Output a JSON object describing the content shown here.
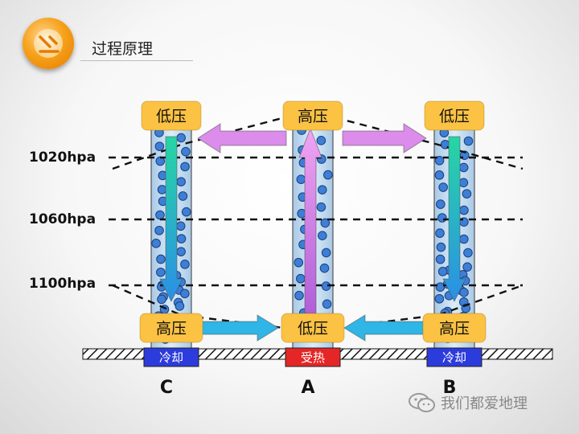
{
  "header": {
    "title": "过程原理"
  },
  "levels": [
    "1020hpa",
    "1060hpa",
    "1100hpa"
  ],
  "columns": [
    {
      "point": "C",
      "top_pressure": "低压",
      "bottom_pressure": "高压",
      "ground": "冷却"
    },
    {
      "point": "A",
      "top_pressure": "高压",
      "bottom_pressure": "低压",
      "ground": "受热"
    },
    {
      "point": "B",
      "top_pressure": "低压",
      "bottom_pressure": "高压",
      "ground": "冷却"
    }
  ],
  "colors": {
    "column_fill": "#b9d6ee",
    "bubble": "#3d7fd6",
    "label_box": "#fbc243",
    "cooling_box": "#2c3bdb",
    "heating_box": "#e52626",
    "arrow_cyan": "#2fb5e6",
    "arrow_pink": "#dc8cea",
    "arrow_green": "#27d6a4"
  },
  "watermark": {
    "text": "我们都爱地理",
    "icon": "wechat-icon"
  }
}
